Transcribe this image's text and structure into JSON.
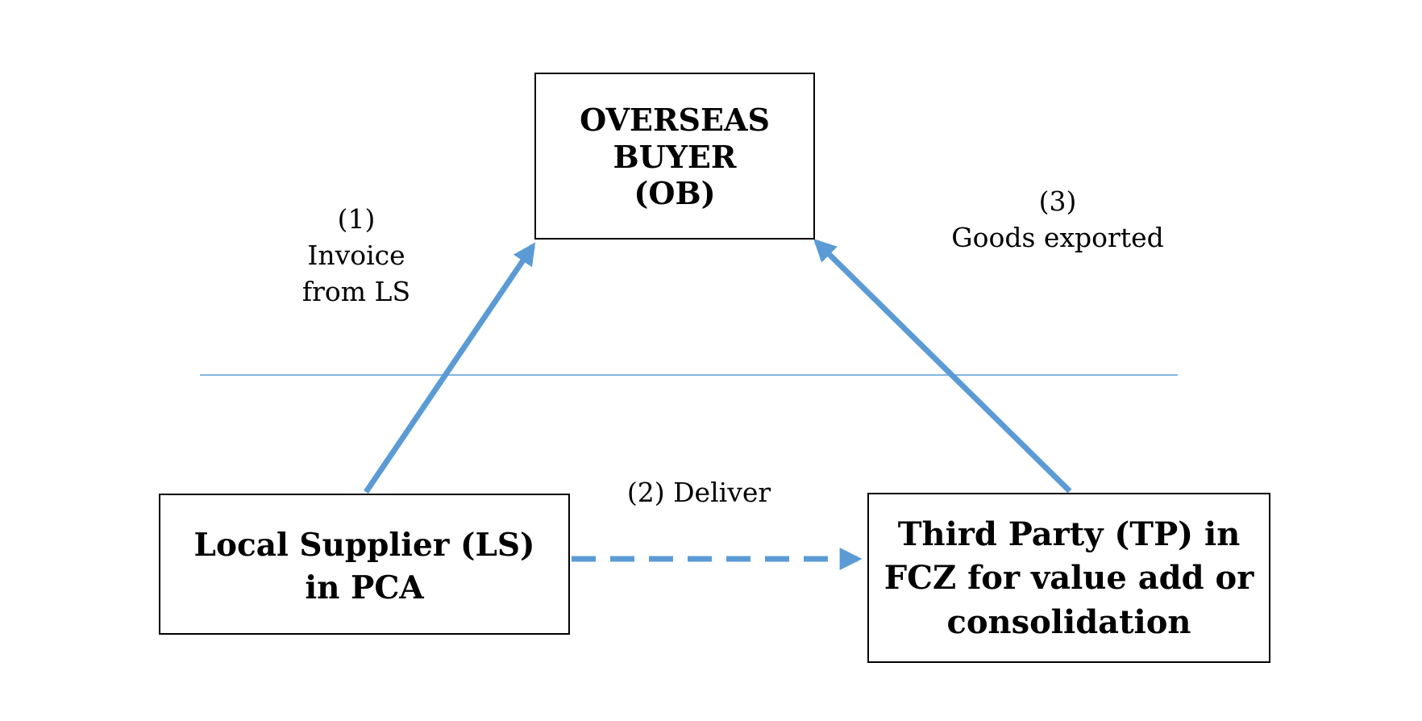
{
  "colors": {
    "arrow": "#5b9bd5",
    "divider": "#5b9bd5",
    "box_border": "#000000",
    "text": "#000000"
  },
  "boxes": {
    "overseas_buyer": {
      "lines": [
        "OVERSEAS",
        "BUYER",
        "(OB)"
      ]
    },
    "local_supplier": {
      "lines": [
        "Local Supplier (LS)",
        "in PCA"
      ]
    },
    "third_party": {
      "lines": [
        "Third Party (TP) in",
        "FCZ for value add or",
        "consolidation"
      ]
    }
  },
  "flows": {
    "invoice": {
      "step": "(1)",
      "text_lines": [
        "Invoice",
        "from LS"
      ],
      "style": "solid",
      "from": "local_supplier",
      "to": "overseas_buyer"
    },
    "deliver": {
      "step": "(2)",
      "text": "Deliver",
      "style": "dashed",
      "from": "local_supplier",
      "to": "third_party"
    },
    "exported": {
      "step": "(3)",
      "text": "Goods exported",
      "style": "solid",
      "from": "third_party",
      "to": "overseas_buyer"
    }
  }
}
